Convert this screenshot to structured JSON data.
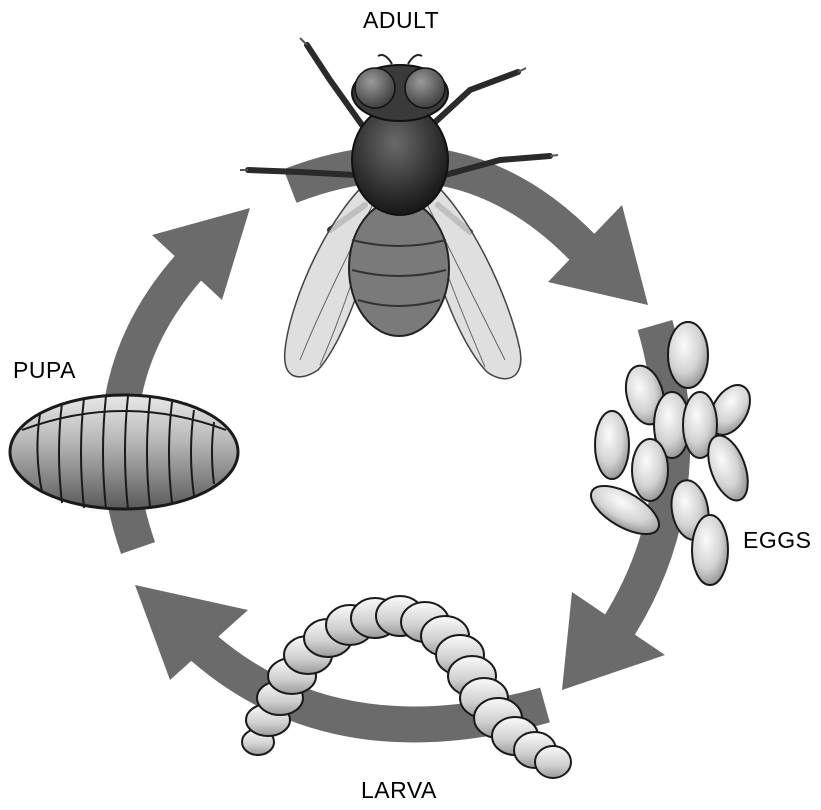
{
  "labels": {
    "adult": "ADULT",
    "eggs": "EGGS",
    "larva": "LARVA",
    "pupa": "PUPA"
  },
  "colors": {
    "arrow": "#6b6b6b",
    "outline": "#1a1a1a",
    "body_dark": "#2e2e2e",
    "wing": "#d6d6d6",
    "egg_light": "#f2f2f2",
    "egg_dark": "#9a9a9a"
  },
  "icons": [
    "adult-fly",
    "egg-cluster",
    "larva-maggot",
    "pupa-casing",
    "cycle-arrow"
  ]
}
